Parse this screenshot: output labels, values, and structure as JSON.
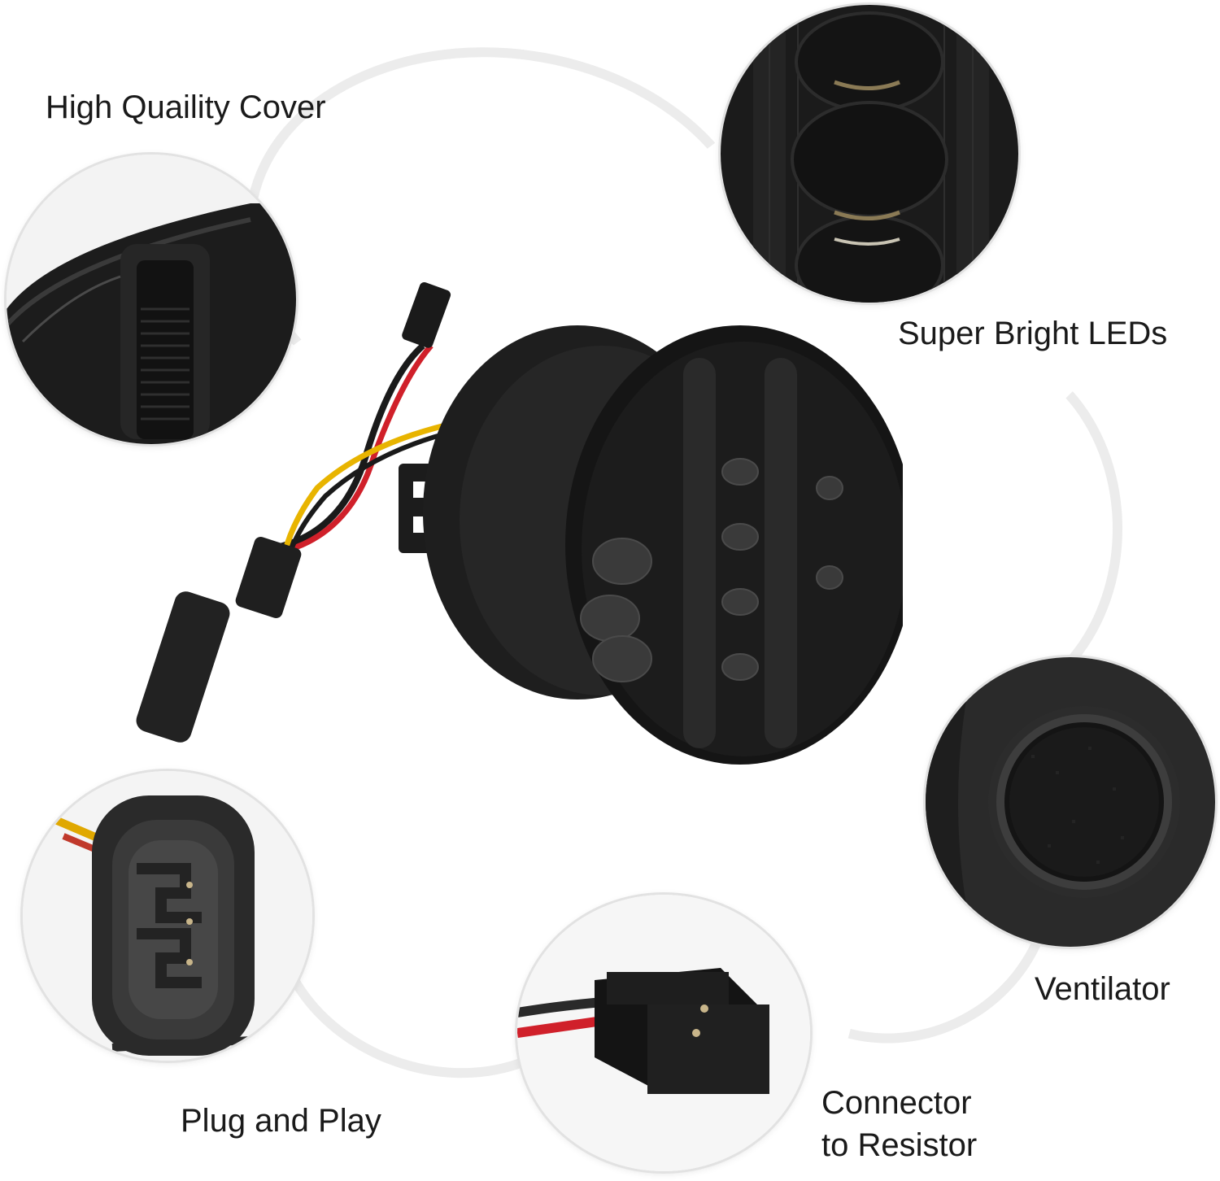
{
  "labels": {
    "cover": "High Quaility Cover",
    "leds": "Super Bright LEDs",
    "ventilator": "Ventilator",
    "plug": "Plug and Play",
    "connector_line1": "Connector",
    "connector_line2": "to Resistor"
  }
}
